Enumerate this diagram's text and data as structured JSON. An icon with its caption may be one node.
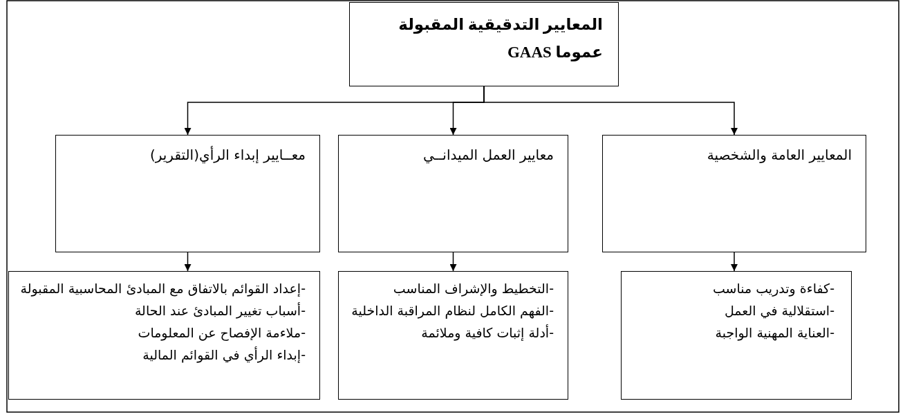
{
  "diagram": {
    "nodes": [
      {
        "text": [
          "المعايير التدقيقية المقبولة عموما GAAS"
        ]
      },
      {
        "text": [
          "المعايير العامة والشخصية"
        ]
      },
      {
        "text": [
          "معايير العمل الميدانــي"
        ]
      },
      {
        "text": [
          "معــايير إبداء الرأي(التقرير)"
        ]
      },
      {
        "text": [
          "-كفاءة وتدريب مناسب",
          "-استقلالية في العمل",
          "-العناية المهنية الواجبة"
        ]
      },
      {
        "text": [
          "-التخطيط والإشراف المناسب",
          "-الفهم الكامل لنظام المراقبة الداخلية",
          "-أدلة إثبات كافية وملائمة"
        ]
      },
      {
        "text": [
          "-إعداد القوائم بالاتفاق مع المبادئ المحاسبية المقبولة",
          "-أسباب تغيير المبادئ عند الحالة",
          "-ملاءمة الإفصاح عن المعلومات",
          "-إبداء الرأي في القوائم المالية"
        ]
      }
    ],
    "edges": [
      {
        "from": 0,
        "to": 1,
        "arrow": "to"
      },
      {
        "from": 0,
        "to": 2,
        "arrow": "to"
      },
      {
        "from": 0,
        "to": 3,
        "arrow": "to"
      },
      {
        "from": 1,
        "to": 4,
        "arrow": "to"
      },
      {
        "from": 2,
        "to": 5,
        "arrow": "to"
      },
      {
        "from": 3,
        "to": 6,
        "arrow": "to"
      }
    ]
  }
}
